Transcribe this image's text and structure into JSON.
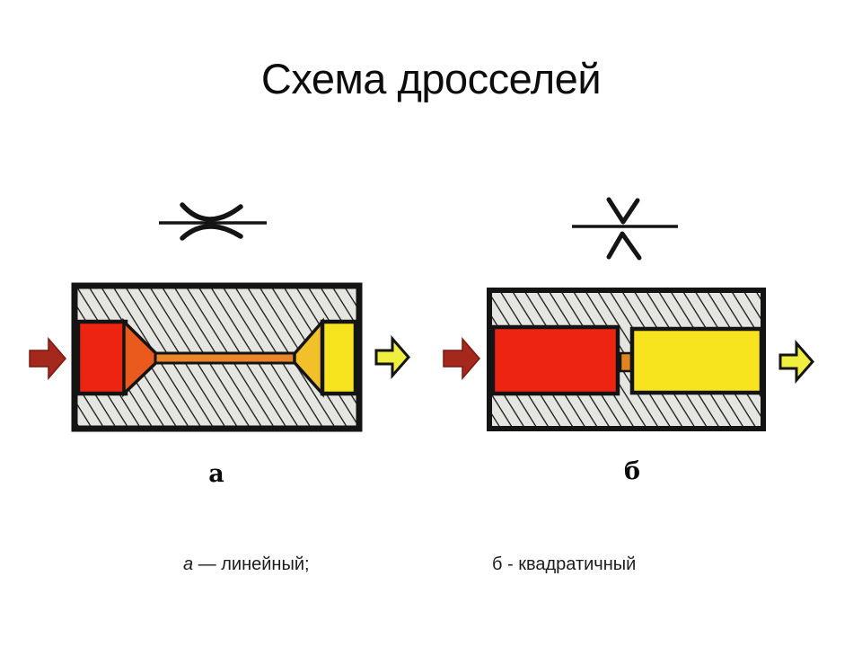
{
  "title": "Схема дросселей",
  "figures": {
    "a": {
      "label": "а",
      "caption_lead": "а",
      "caption_rest": "— линейный;",
      "symbol": "linear-throttle-symbol",
      "description_type": "linear"
    },
    "b": {
      "label": "б",
      "caption": "б - квадратичный",
      "symbol": "quadratic-orifice-symbol",
      "description_type": "quadratic"
    }
  },
  "colors": {
    "red": "#ee2413",
    "yellow": "#f7e41f",
    "orange": "#e8862a",
    "taper_left": "#ea5a1d",
    "taper_right": "#f2c028",
    "orifice": "#e0841f",
    "arrow_in": "#a5281c",
    "arrow_out": "#f0ee3e",
    "hatch_bg": "#e5e5e2",
    "outline": "#141414"
  }
}
